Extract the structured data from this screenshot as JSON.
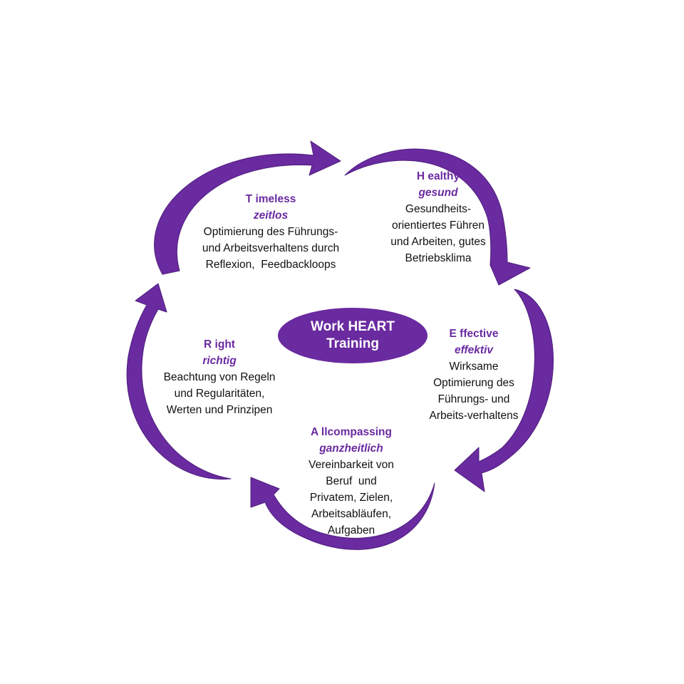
{
  "colors": {
    "accent": "#6a2aa0",
    "arrow": "#6a2aa0",
    "arrow_light": "#7f3fbf",
    "arrow_dark": "#4e1f7d",
    "text": "#111111",
    "background": "#ffffff"
  },
  "center": {
    "line1": "Work HEART",
    "line2": "Training"
  },
  "segments": {
    "timeless": {
      "title": "T imeless",
      "subtitle": "zeitlos",
      "lines": [
        "Optimierung des Führungs-",
        "und Arbeitsverhaltens durch",
        "Reflexion,  Feedbackloops"
      ]
    },
    "healthy": {
      "title": "H ealthy",
      "subtitle": "gesund",
      "lines": [
        "Gesundheits-",
        "orientiertes Führen",
        "und Arbeiten, gutes",
        "Betriebsklima"
      ]
    },
    "effective": {
      "title": "E ffective",
      "subtitle": "effektiv",
      "lines": [
        "Wirksame",
        "Optimierung des",
        "Führungs- und",
        "Arbeits-verhaltens"
      ]
    },
    "allcompassing": {
      "title": "A llcompassing",
      "subtitle": "ganzheitlich",
      "lines": [
        "Vereinbarkeit von",
        "Beruf  und",
        "Privatem, Zielen,",
        "Arbeitsabläufen,",
        "Aufgaben"
      ]
    },
    "right": {
      "title": "R ight",
      "subtitle": "richtig",
      "lines": [
        "Beachtung von Regeln",
        "und Regularitäten,",
        "Werten und Prinzipen"
      ]
    }
  }
}
